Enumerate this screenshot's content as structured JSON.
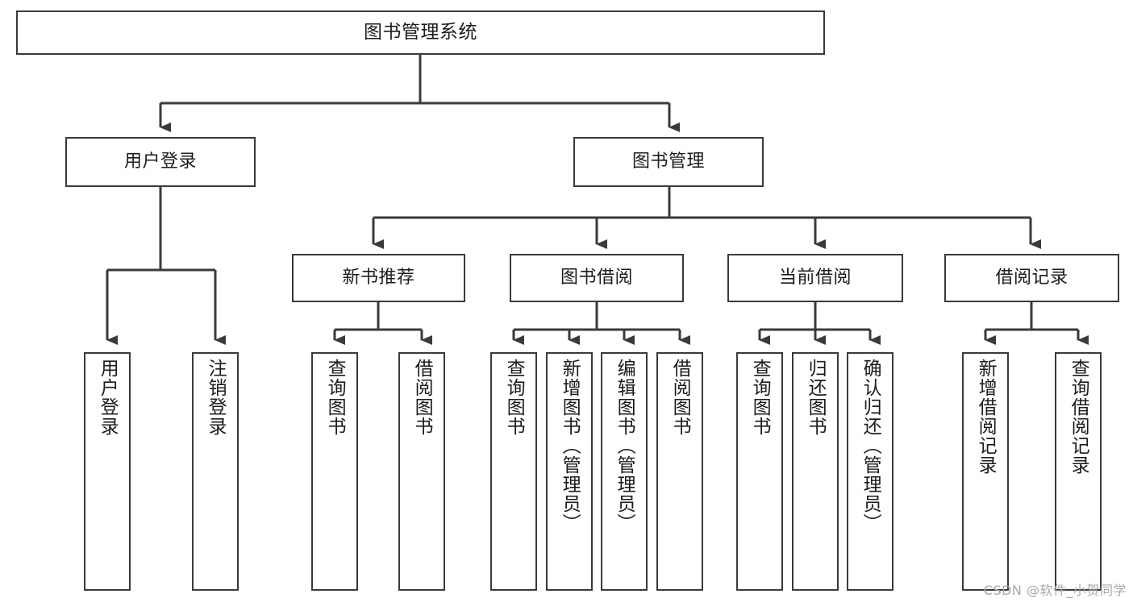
{
  "diagram": {
    "title": "图书管理系统",
    "stroke_color": "#3a3a3a",
    "background_color": "#ffffff",
    "text_color": "#1c1c1c"
  },
  "nodes": {
    "root": {
      "label": "图书管理系统"
    },
    "level2": [
      {
        "label": "用户登录"
      },
      {
        "label": "图书管理"
      }
    ],
    "level3": [
      {
        "label": "新书推荐"
      },
      {
        "label": "图书借阅"
      },
      {
        "label": "当前借阅"
      },
      {
        "label": "借阅记录"
      }
    ],
    "leaves": [
      {
        "label": "用户登录"
      },
      {
        "label": "注销登录"
      },
      {
        "label": "查询图书"
      },
      {
        "label": "借阅图书"
      },
      {
        "label": "查询图书"
      },
      {
        "label": "新增图书（管理员）"
      },
      {
        "label": "编辑图书（管理员）"
      },
      {
        "label": "借阅图书"
      },
      {
        "label": "查询图书"
      },
      {
        "label": "归还图书"
      },
      {
        "label": "确认归还（管理员）"
      },
      {
        "label": "新增借阅记录"
      },
      {
        "label": "查询借阅记录"
      }
    ]
  },
  "watermark": {
    "text": "CSDN @软件_小贺同学"
  }
}
